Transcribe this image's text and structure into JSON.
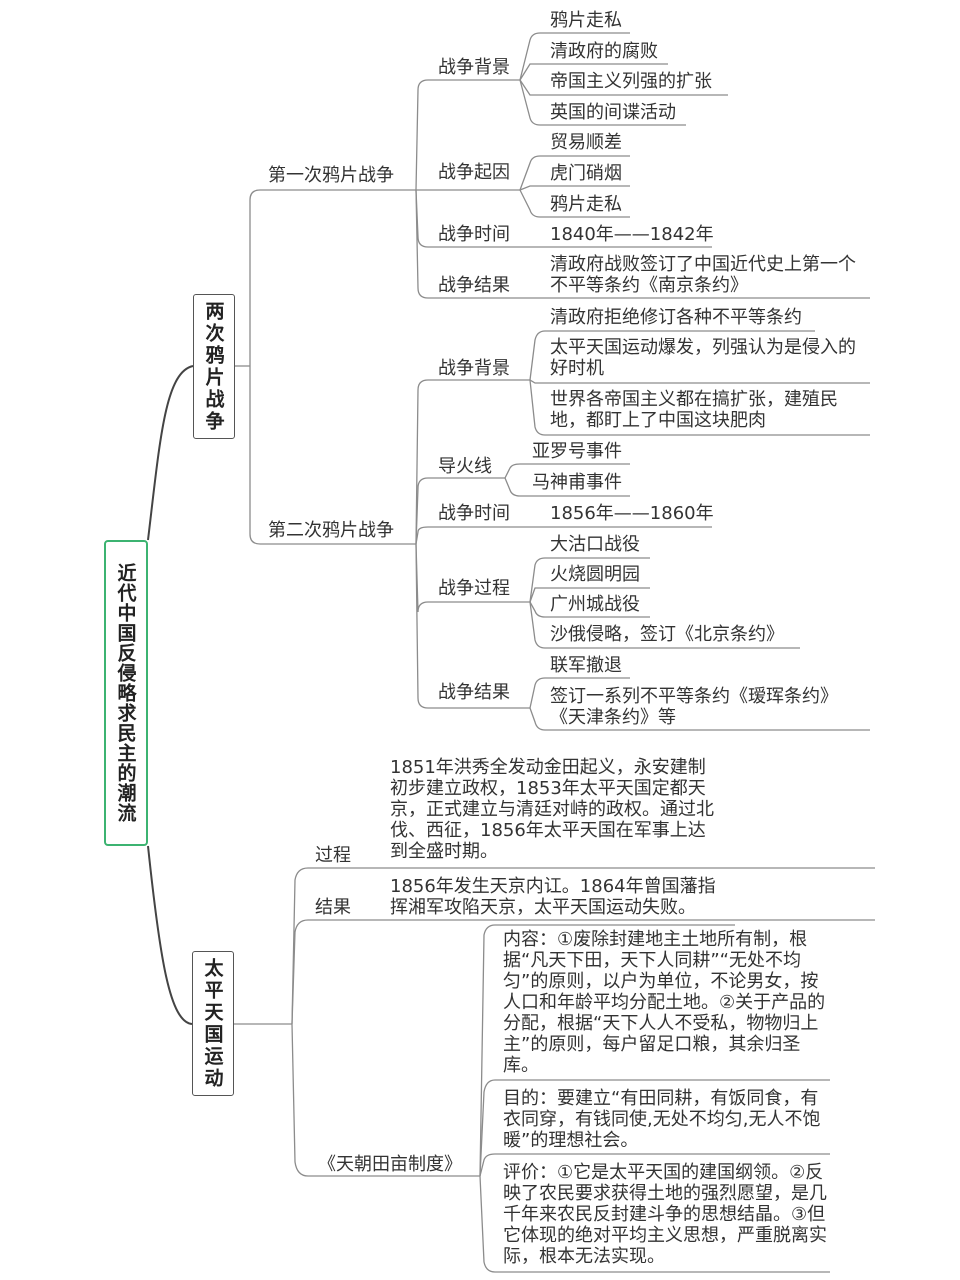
{
  "root": {
    "title": "近代中国反侵略求民主的潮流"
  },
  "branches": [
    {
      "title": "两次鸦片战争",
      "children": [
        {
          "title": "第一次鸦片战争",
          "sections": [
            {
              "title": "战争背景",
              "items": [
                "鸦片走私",
                "清政府的腐败",
                "帝国主义列强的扩张",
                "英国的间谍活动"
              ]
            },
            {
              "title": "战争起因",
              "items": [
                "贸易顺差",
                "虎门硝烟",
                "鸦片走私"
              ]
            },
            {
              "title": "战争时间",
              "items": [
                "1840年——1842年"
              ]
            },
            {
              "title": "战争结果",
              "items": [
                "清政府战败签订了中国近代史上第一个不平等条约《南京条约》"
              ]
            }
          ]
        },
        {
          "title": "第二次鸦片战争",
          "sections": [
            {
              "title": "战争背景",
              "items": [
                "清政府拒绝修订各种不平等条约",
                "太平天国运动爆发，列强认为是侵入的好时机",
                "世界各帝国主义都在搞扩张，建殖民地，都盯上了中国这块肥肉"
              ]
            },
            {
              "title": "导火线",
              "items": [
                "亚罗号事件",
                "马神甫事件"
              ]
            },
            {
              "title": "战争时间",
              "items": [
                "1856年——1860年"
              ]
            },
            {
              "title": "战争过程",
              "items": [
                "大沽口战役",
                "火烧圆明园",
                "广州城战役",
                "沙俄侵略，签订《北京条约》"
              ]
            },
            {
              "title": "战争结果",
              "items": [
                "联军撤退",
                "签订一系列不平等条约《瑷珲条约》《天津条约》等"
              ]
            }
          ]
        }
      ]
    },
    {
      "title": "太平天国运动",
      "children": [
        {
          "title": "过程",
          "text": "1851年洪秀全发动金田起义，永安建制初步建立政权，1853年太平天国定都天京，正式建立与清廷对峙的政权。通过北伐、西征，1856年太平天国在军事上达到全盛时期。"
        },
        {
          "title": "结果",
          "text": "1856年发生天京内讧。1864年曾国藩指挥湘军攻陷天京，太平天国运动失败。"
        },
        {
          "title": "《天朝田亩制度》",
          "items": [
            "内容：①废除封建地主土地所有制，根据“凡天下田，天下人同耕”“无处不均匀”的原则，以户为单位，不论男女，按人口和年龄平均分配土地。②关于产品的分配，根据“天下人人不受私，物物归上主”的原则，每户留足口粮，其余归圣库。",
            "目的：要建立“有田同耕，有饭同食，有衣同穿，有钱同使,无处不均匀,无人不饱暖”的理想社会。",
            "评价：①它是太平天国的建国纲领。②反映了农民要求获得土地的强烈愿望，是几千年来农民反封建斗争的思想结晶。③但它体现的绝对平均主义思想，严重脱离实际，根本无法实现。"
          ]
        }
      ]
    }
  ],
  "colors": {
    "root_border": "#3cb371",
    "line": "#8c8c8c",
    "main_line": "#444444",
    "text": "#333333"
  }
}
